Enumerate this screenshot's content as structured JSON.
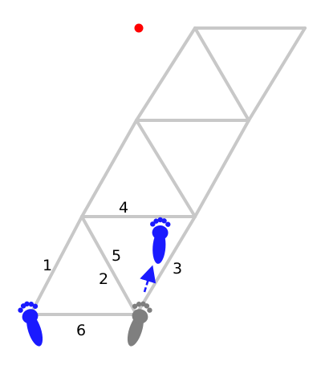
{
  "diagram": {
    "edge_labels": {
      "edge_1": "1",
      "edge_2": "2",
      "edge_3": "3",
      "edge_4": "4",
      "edge_5": "5",
      "edge_6": "6"
    },
    "colors": {
      "lattice_line": "#c8c8c8",
      "left_foot": "#1a1aff",
      "right_foot_current": "#7f7f7f",
      "right_foot_next": "#1a1aff",
      "step_arrow": "#1a1aff",
      "marker_dot": "#ff0000"
    },
    "icons": {
      "left_foot": "left-footprint-icon",
      "right_foot_current": "right-footprint-icon",
      "right_foot_next": "right-footprint-icon",
      "step_arrow": "arrow-icon",
      "marker": "red-dot-icon"
    }
  }
}
